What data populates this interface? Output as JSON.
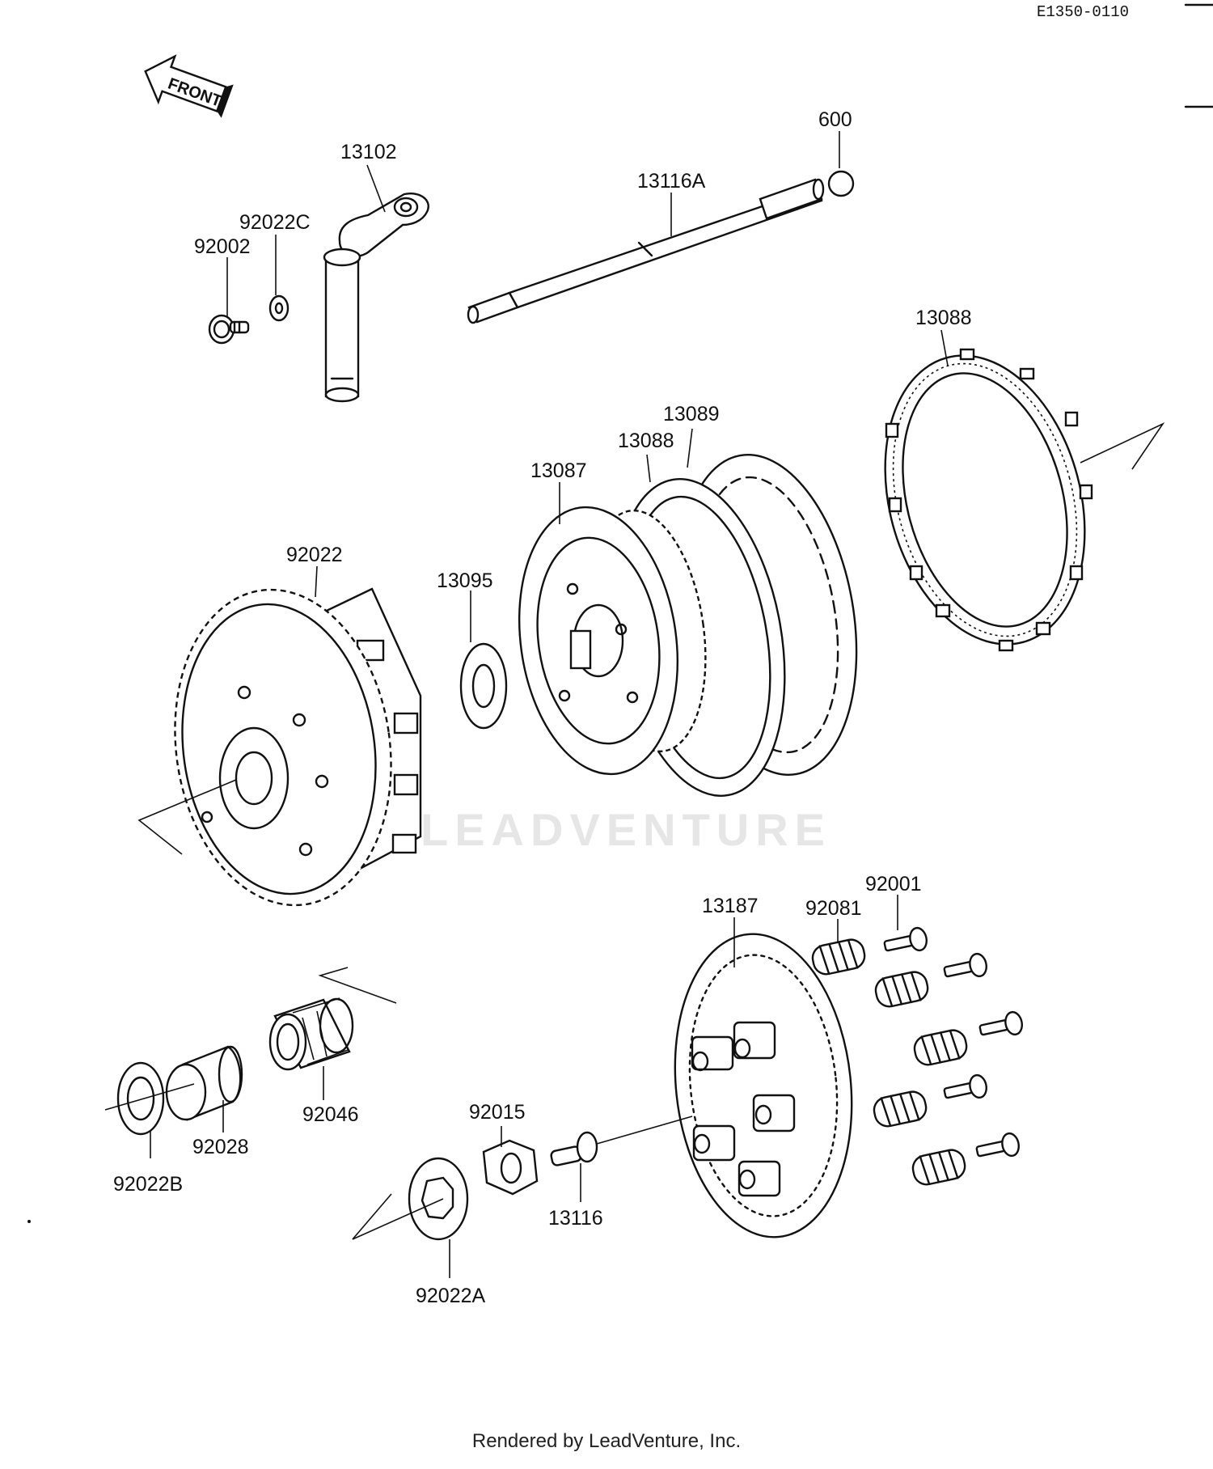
{
  "diagram": {
    "ref_code": "E1350-0110",
    "front_label": "FRONT",
    "watermark": "LEADVENTURE",
    "footer": "Rendered by LeadVenture, Inc.",
    "parts": [
      {
        "id": "p-13102",
        "label": "13102"
      },
      {
        "id": "p-92022C",
        "label": "92022C"
      },
      {
        "id": "p-92002",
        "label": "92002"
      },
      {
        "id": "p-13116A",
        "label": "13116A"
      },
      {
        "id": "p-600",
        "label": "600"
      },
      {
        "id": "p-13088-top",
        "label": "13088"
      },
      {
        "id": "p-13089",
        "label": "13089"
      },
      {
        "id": "p-13088-mid",
        "label": "13088"
      },
      {
        "id": "p-13087",
        "label": "13087"
      },
      {
        "id": "p-13095",
        "label": "13095"
      },
      {
        "id": "p-92022",
        "label": "92022"
      },
      {
        "id": "p-13187",
        "label": "13187"
      },
      {
        "id": "p-92081",
        "label": "92081"
      },
      {
        "id": "p-92001",
        "label": "92001"
      },
      {
        "id": "p-92046",
        "label": "92046"
      },
      {
        "id": "p-92028",
        "label": "92028"
      },
      {
        "id": "p-92022B",
        "label": "92022B"
      },
      {
        "id": "p-92015",
        "label": "92015"
      },
      {
        "id": "p-13116",
        "label": "13116"
      },
      {
        "id": "p-92022A",
        "label": "92022A"
      }
    ]
  }
}
